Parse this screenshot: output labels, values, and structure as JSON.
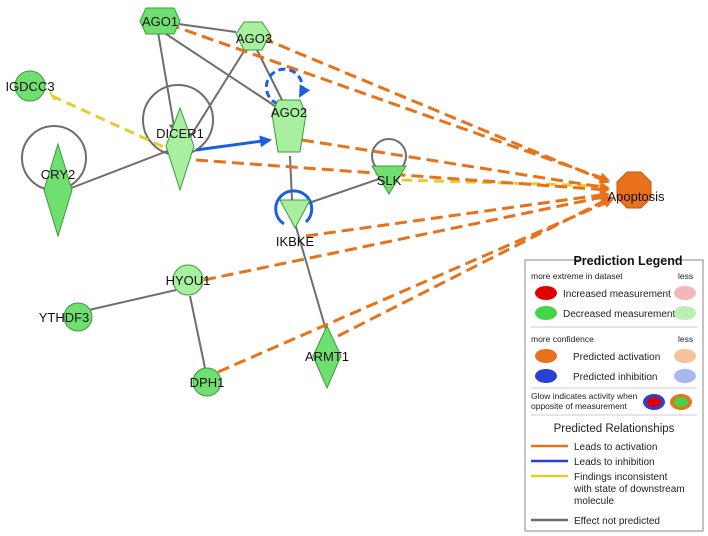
{
  "nodes": {
    "ago1": "AGO1",
    "ago3": "AGO3",
    "igdcc3": "IGDCC3",
    "ago2": "AGO2",
    "dicer1": "DICER1",
    "cry2": "CRY2",
    "slk": "SLK",
    "apoptosis": "Apoptosis",
    "ikbke": "IKBKE",
    "hyou1": "HYOU1",
    "ythdf3": "YTHDF3",
    "armt1": "ARMT1",
    "dph1": "DPH1"
  },
  "legend": {
    "title": "Prediction Legend",
    "extreme_label": "more extreme in dataset",
    "less_label_1": "less",
    "increased": "Increased measurement",
    "decreased": "Decreased measurement",
    "confidence_label": "more confidence",
    "less_label_2": "less",
    "predicted_activation": "Predicted activation",
    "predicted_inhibition": "Predicted inhibition",
    "glow_line1": "Glow indicates activity when",
    "glow_line2": "opposite of measurement",
    "relationships_title": "Predicted Relationships",
    "leads_activation": "Leads to activation",
    "leads_inhibition": "Leads to inhibition",
    "inconsistent_line1": "Findings inconsistent",
    "inconsistent_line2": "with state of downstream",
    "inconsistent_line3": "molecule",
    "not_predicted": "Effect not predicted"
  },
  "colors": {
    "node_green": "#6fe06f",
    "node_light_green": "#a8f0a0",
    "activation": "#e8711a",
    "inhibition": "#1a5fe0",
    "inconsistent": "#e6cc2e",
    "not_predicted": "#6e6e6e"
  }
}
